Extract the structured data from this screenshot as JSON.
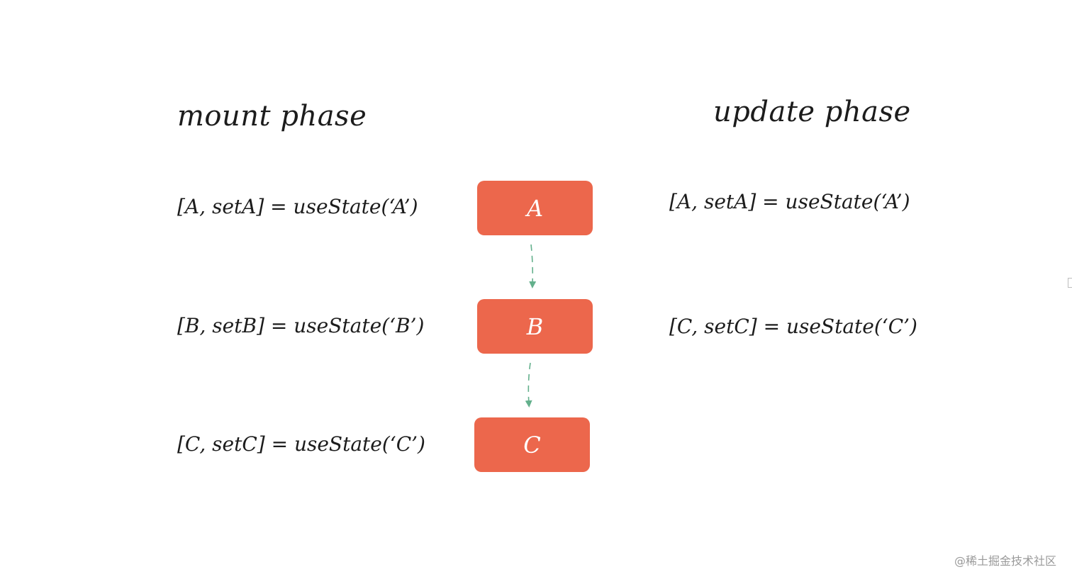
{
  "headings": {
    "mount": "mount phase",
    "update": "update phase"
  },
  "mount_phase": {
    "lines": [
      "[A, setA] = useState(‘A’)",
      "[B, setB] = useState(‘B’)",
      "[C, setC] = useState(‘C’)"
    ]
  },
  "update_phase": {
    "lines": [
      "[A, setA] = useState(‘A’)",
      "[C, setC] = useState(‘C’)"
    ]
  },
  "nodes": [
    "A",
    "B",
    "C"
  ],
  "colors": {
    "node_fill": "#ec674c",
    "node_text": "#ffffff",
    "arrow": "#63b08c",
    "text": "#1c1c1c",
    "watermark": "#9a9a9a"
  },
  "watermark": "@稀土掘金技术社区"
}
